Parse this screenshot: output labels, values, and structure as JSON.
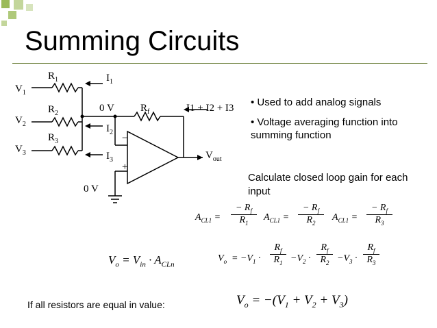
{
  "slide": {
    "title": "Summing Circuits",
    "accent_color": "#6b7f3a",
    "decoration_color": "#9bbb59"
  },
  "circuit": {
    "inputs": [
      {
        "v_label": "V",
        "v_sub": "1",
        "r_label": "R",
        "r_sub": "1",
        "i_label": "I",
        "i_sub": "1"
      },
      {
        "v_label": "V",
        "v_sub": "2",
        "r_label": "R",
        "r_sub": "2",
        "i_label": "I",
        "i_sub": "2"
      },
      {
        "v_label": "V",
        "v_sub": "3",
        "r_label": "R",
        "r_sub": "3",
        "i_label": "I",
        "i_sub": "3"
      }
    ],
    "node_label": "0 V",
    "ground_label": "0 V",
    "feedback_label": "R",
    "feedback_sub": "f",
    "feedback_current": "I1 + I2 + I3",
    "output_label": "V",
    "output_sub": "out",
    "minus_sign": "−",
    "plus_sign": "+"
  },
  "bullets": [
    "• Used to add analog signals",
    "• Voltage   averaging   function into summing function"
  ],
  "calc_text": "Calculate closed loop gain for each input",
  "gain_equations": [
    {
      "lhs": "A",
      "lhs_sub": "CL1",
      "num": "− R",
      "num_sub": "f",
      "den": "R",
      "den_sub": "1"
    },
    {
      "lhs": "A",
      "lhs_sub": "CL1",
      "num": "− R",
      "num_sub": "f",
      "den": "R",
      "den_sub": "2"
    },
    {
      "lhs": "A",
      "lhs_sub": "CL1",
      "num": "− R",
      "num_sub": "f",
      "den": "R",
      "den_sub": "3"
    }
  ],
  "vo_equation": {
    "v": "V",
    "o": "o",
    "vin": "V",
    "in": "in",
    "a": "A",
    "cln": "CLn"
  },
  "sum_equation": {
    "lhs": "V",
    "lhs_sub": "o",
    "terms": [
      {
        "sign": "= −V",
        "sub": "1",
        "num": "R",
        "num_sub": "f",
        "den": "R",
        "den_sub": "1"
      },
      {
        "sign": "−V",
        "sub": "2",
        "num": "R",
        "num_sub": "f",
        "den": "R",
        "den_sub": "2"
      },
      {
        "sign": "−V",
        "sub": "3",
        "num": "R",
        "num_sub": "f",
        "den": "R",
        "den_sub": "3"
      }
    ]
  },
  "equal_note": "If all resistors are equal in value:",
  "final_equation": {
    "lhs": "V",
    "lhs_sub": "o",
    "rhs": "= −(V",
    "v1": "1",
    "p1": "+ V",
    "v2": "2",
    "p2": "+ V",
    "v3": "3",
    "close": ")"
  }
}
